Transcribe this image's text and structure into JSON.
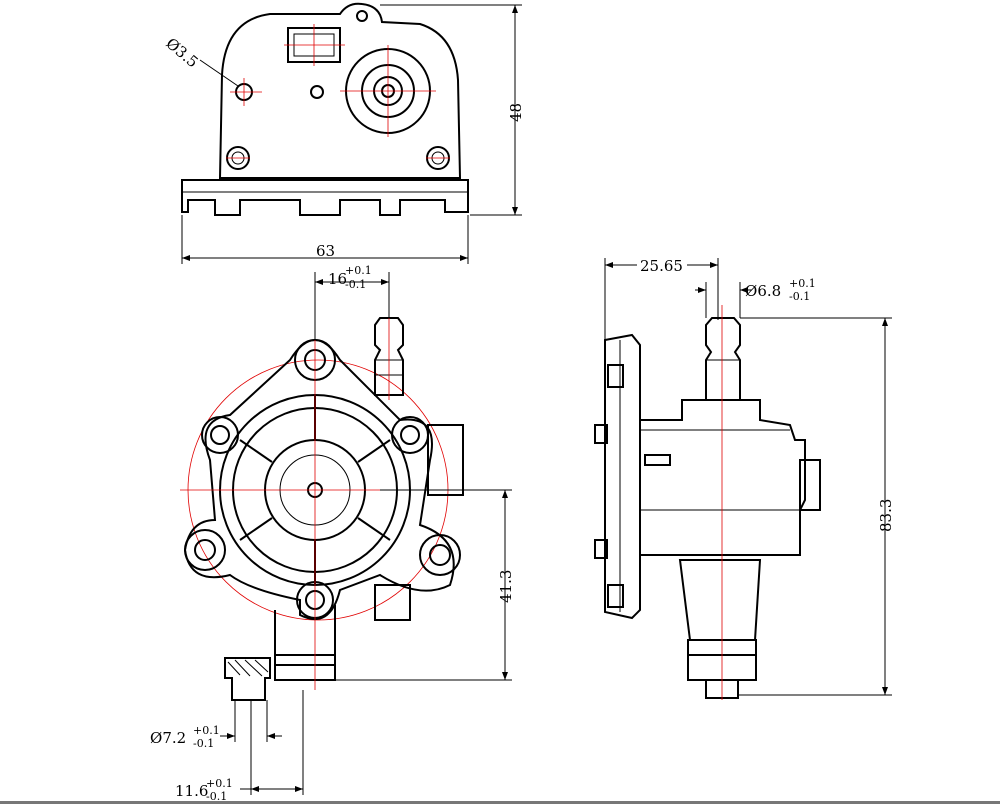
{
  "drawing": {
    "line_color": "#000000",
    "centerline_color": "#e00000",
    "dimensions": {
      "hole_diameter": {
        "symbol": "Ø",
        "value": "3.5"
      },
      "height": {
        "value": "48"
      },
      "width": {
        "value": "63"
      },
      "inlet_offset": {
        "value": "16",
        "tol_plus": "+0.1",
        "tol_minus": "-0.1"
      },
      "side_offset": {
        "value": "25.65"
      },
      "nozzle_diameter": {
        "symbol": "Ø",
        "value": "6.8",
        "tol_plus": "+0.1",
        "tol_minus": "-0.1"
      },
      "total_height": {
        "value": "83.3"
      },
      "outlet_height": {
        "value": "41.3"
      },
      "outlet_diameter": {
        "symbol": "Ø",
        "value": "7.2",
        "tol_plus": "+0.1",
        "tol_minus": "-0.1"
      },
      "outlet_offset": {
        "value": "11.6",
        "tol_plus": "+0.1",
        "tol_minus": "-0.1"
      }
    }
  }
}
